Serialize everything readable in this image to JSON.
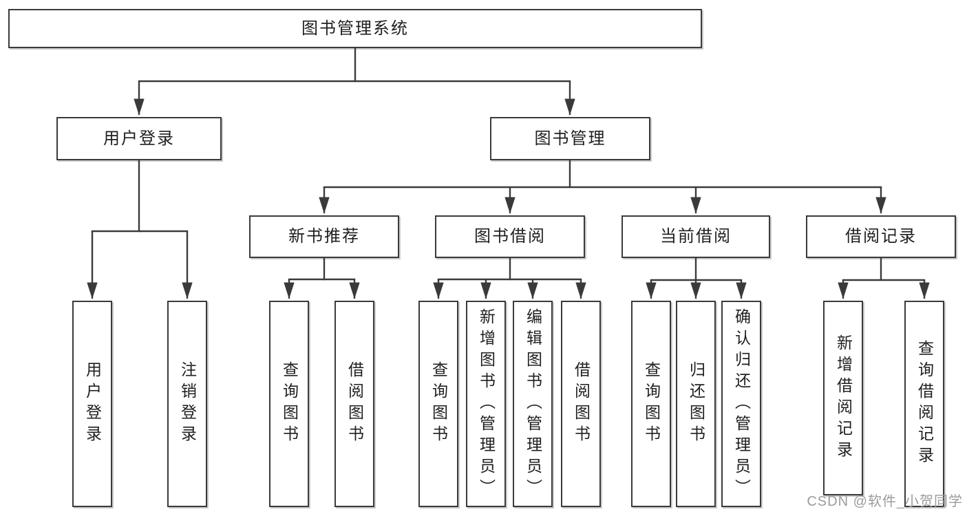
{
  "tree": {
    "label": "图书管理系统",
    "children": [
      {
        "label": "用户登录",
        "children": [
          {
            "label": "用户登录"
          },
          {
            "label": "注销登录"
          }
        ]
      },
      {
        "label": "图书管理",
        "children": [
          {
            "label": "新书推荐",
            "children": [
              {
                "label": "查询图书"
              },
              {
                "label": "借阅图书"
              }
            ]
          },
          {
            "label": "图书借阅",
            "children": [
              {
                "label": "查询图书"
              },
              {
                "label": "新增图书（管理员）"
              },
              {
                "label": "编辑图书（管理员）"
              },
              {
                "label": "借阅图书"
              }
            ]
          },
          {
            "label": "当前借阅",
            "children": [
              {
                "label": "查询图书"
              },
              {
                "label": "归还图书"
              },
              {
                "label": "确认归还（管理员）"
              }
            ]
          },
          {
            "label": "借阅记录",
            "children": [
              {
                "label": "新增借阅记录"
              },
              {
                "label": "查询借阅记录"
              }
            ]
          }
        ]
      }
    ]
  },
  "watermark": {
    "text": "CSDN @软件_小贺同学"
  },
  "colors": {
    "line_color": "#3a3a3a",
    "box_border": "#3a3a3a",
    "box_bg": "#ffffff",
    "text_color": "#1f1f1f",
    "watermark_color": "#9c9c9c",
    "bg": "#ffffff"
  }
}
